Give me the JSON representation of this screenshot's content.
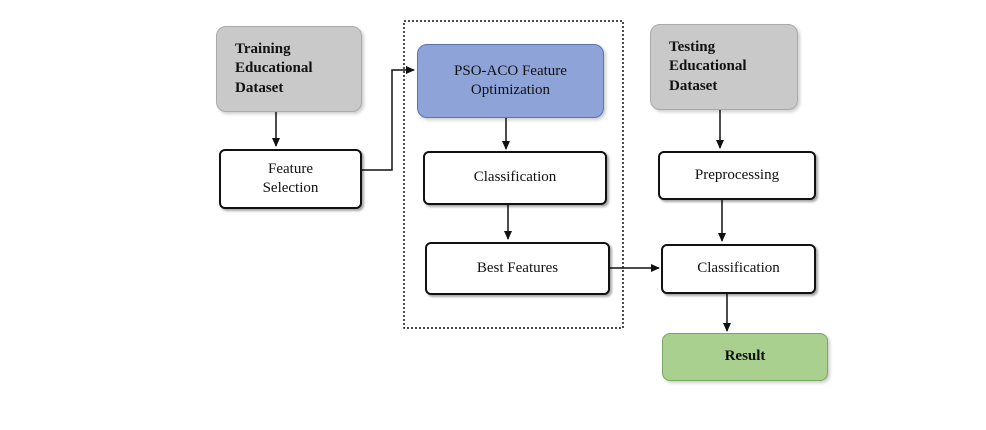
{
  "nodes": {
    "training_dataset": "Training\nEducational\nDataset",
    "feature_selection": "Feature\nSelection",
    "pso_aco": "PSO-ACO Feature\nOptimization",
    "classification_left": "Classification",
    "best_features": "Best Features",
    "testing_dataset": "Testing\nEducational\nDataset",
    "preprocessing": "Preprocessing",
    "classification_right": "Classification",
    "result": "Result"
  },
  "colors": {
    "dataset_fill": "#c9c9c9",
    "optimization_fill": "#8ea4d8",
    "result_fill": "#a9d08e",
    "line": "#111111"
  }
}
